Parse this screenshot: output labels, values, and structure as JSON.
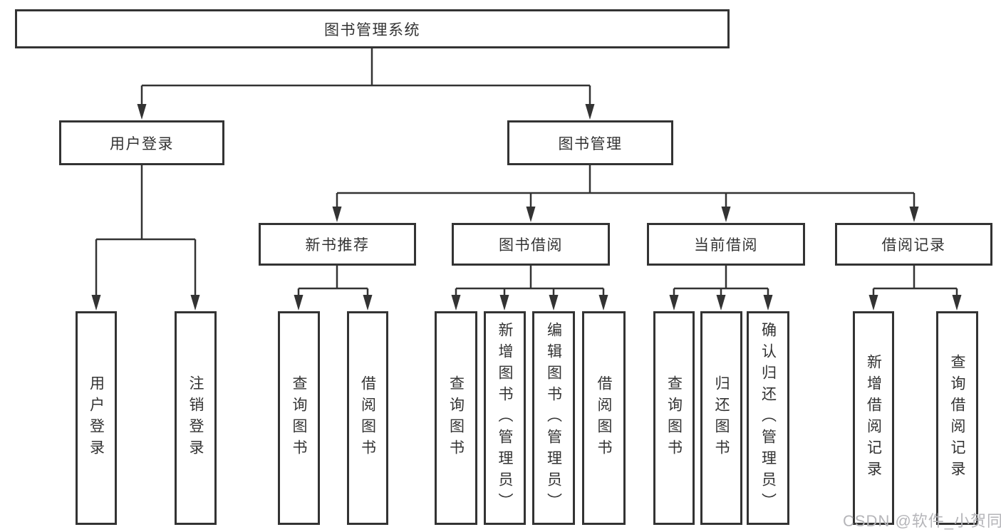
{
  "tree": {
    "root": {
      "label": "图书管理系统"
    },
    "branches": [
      {
        "label": "用户登录",
        "children": [
          {
            "label": "用户登录"
          },
          {
            "label": "注销登录"
          }
        ]
      },
      {
        "label": "图书管理",
        "children": [
          {
            "label": "新书推荐",
            "children": [
              {
                "label": "查询图书"
              },
              {
                "label": "借阅图书"
              }
            ]
          },
          {
            "label": "图书借阅",
            "children": [
              {
                "label": "查询图书"
              },
              {
                "label": "新增图书（管理员）"
              },
              {
                "label": "编辑图书（管理员）"
              },
              {
                "label": "借阅图书"
              }
            ]
          },
          {
            "label": "当前借阅",
            "children": [
              {
                "label": "查询图书"
              },
              {
                "label": "归还图书"
              },
              {
                "label": "确认归还（管理员）"
              }
            ]
          },
          {
            "label": "借阅记录",
            "children": [
              {
                "label": "新增借阅记录"
              },
              {
                "label": "查询借阅记录"
              }
            ]
          }
        ]
      }
    ]
  },
  "watermark": {
    "text": "CSDN @软件_小贺同学"
  },
  "colors": {
    "line": "#333333",
    "box_border": "#333333",
    "box_background": "#ffffff",
    "text": "#333333",
    "watermark": "#b5b5b9",
    "background": "#ffffff"
  }
}
